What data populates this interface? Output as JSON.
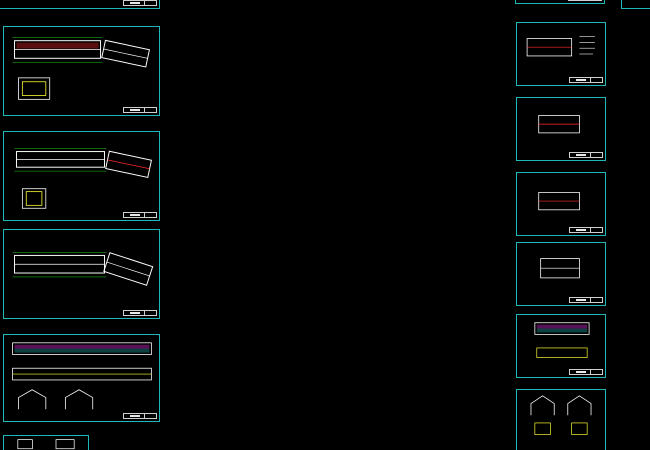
{
  "app": {
    "title": ""
  },
  "colors": {
    "background": "#000000",
    "sheet_border": "#1fb7b7",
    "wall": "#ffffff",
    "grid_dim": "#21d321",
    "column": "#ff2a2a",
    "hatch_magenta": "#ff33ff",
    "hatch_cyan": "#33ffff",
    "fill_yellow": "#ffff33"
  },
  "sheets": [
    {
      "id": "a1",
      "kind": "top-strip"
    },
    {
      "id": "a2",
      "kind": "plan-bent"
    },
    {
      "id": "a3",
      "kind": "plan-bent"
    },
    {
      "id": "a4",
      "kind": "plan-bent"
    },
    {
      "id": "a5",
      "kind": "elevation"
    },
    {
      "id": "a6",
      "kind": "bottom-strip"
    },
    {
      "id": "b1",
      "kind": "top-strip"
    },
    {
      "id": "b2",
      "kind": "tiny-corner"
    },
    {
      "id": "b3",
      "kind": "plan-small-notes"
    },
    {
      "id": "b4",
      "kind": "plan-small"
    },
    {
      "id": "b5",
      "kind": "plan-small"
    },
    {
      "id": "b6",
      "kind": "plan-small"
    },
    {
      "id": "b7",
      "kind": "elevation-small"
    },
    {
      "id": "b8",
      "kind": "section-small"
    }
  ]
}
